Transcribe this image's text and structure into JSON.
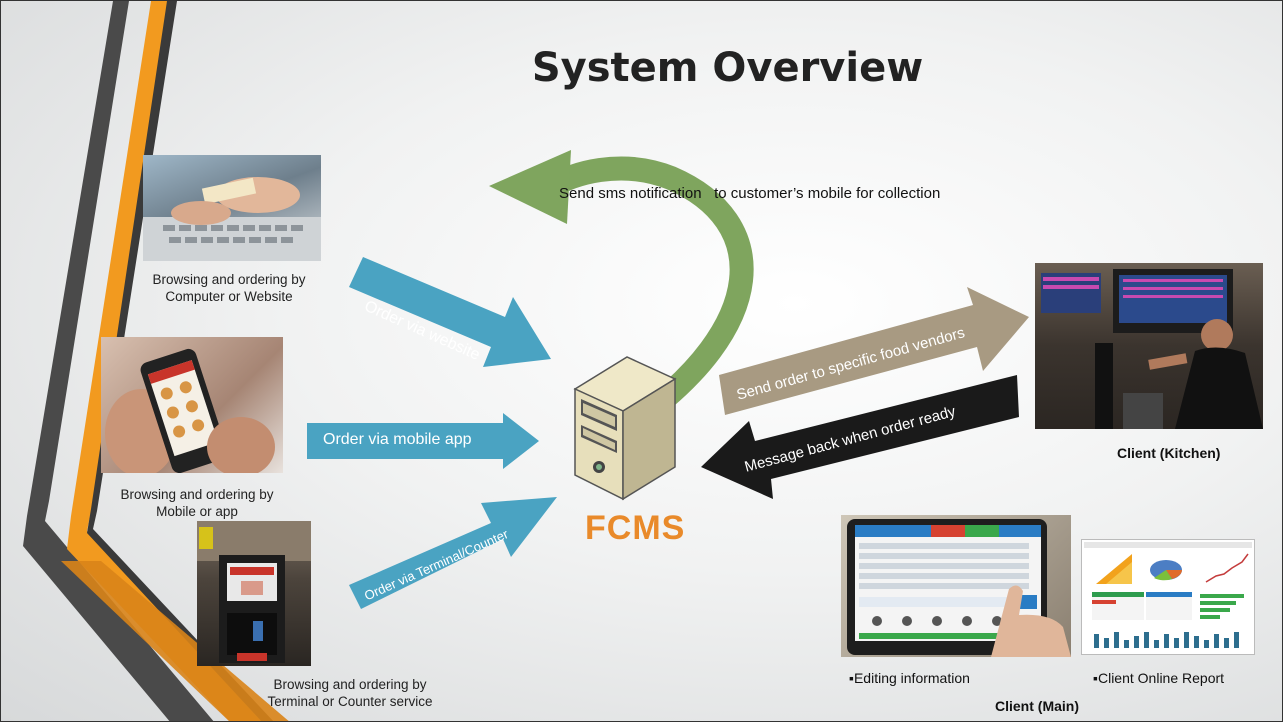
{
  "title": "System Overview",
  "server_label": "FCMS",
  "sms_text": "Send sms notification   to customer’s mobile for collection",
  "channels": [
    {
      "caption_line1": "Browsing and ordering by",
      "caption_line2": "Computer or Website",
      "arrow_label": "Order  via website"
    },
    {
      "caption_line1": "Browsing and ordering by",
      "caption_line2": "Mobile or app",
      "arrow_label": "Order  via mobile app"
    },
    {
      "caption_line1": "Browsing and ordering by",
      "caption_line2": "Terminal or Counter service",
      "arrow_label": "Order via Terminal/Counter"
    }
  ],
  "kitchen": {
    "send_label": "Send order to specific food vendors",
    "back_label": "Message back when order ready",
    "client_label": "Client (Kitchen)"
  },
  "main": {
    "bullet1": "Editing information",
    "bullet2": "Client Online Report",
    "client_label": "Client (Main)"
  },
  "colors": {
    "blue_arrow": "#4aa3c2",
    "green_arrow": "#7fa55e",
    "tan_arrow": "#a89a82",
    "black_arrow": "#1a1a1a",
    "orange_accent": "#f29a1f",
    "fcms_orange": "#e98a2a"
  }
}
